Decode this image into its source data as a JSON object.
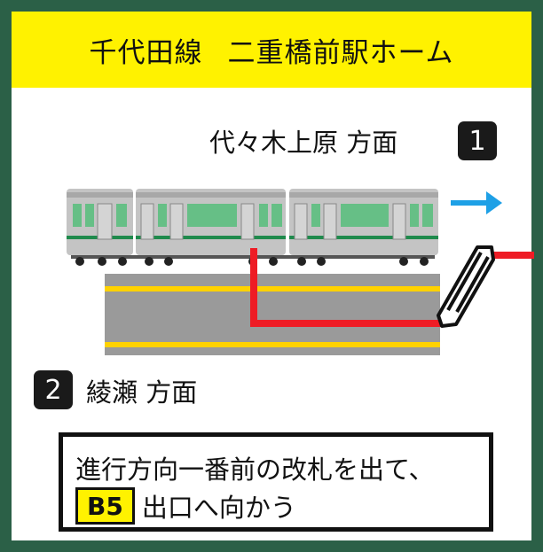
{
  "header": {
    "line_name": "千代田線",
    "station_platform": "二重橋前駅ホーム",
    "background_color": "#fff200"
  },
  "platform1": {
    "number": "1",
    "direction": "代々木上原 方面"
  },
  "platform2": {
    "number": "2",
    "direction": "綾瀬 方面"
  },
  "train": {
    "color": "#c4c4c4",
    "stripe_color": "#1f8a4c",
    "direction_arrow_icon": "right-arrow-icon",
    "arrow_color": "#1ea0e6"
  },
  "route": {
    "color": "#ee1c25"
  },
  "instructions": {
    "line1": "進行方向一番前の改札を出て、",
    "exit_label": "B5",
    "line2_rest": "出口へ向かう"
  },
  "colors": {
    "frame": "#2b6047",
    "platform_edge": "#ffd200",
    "platform": "#9a9a9a"
  }
}
